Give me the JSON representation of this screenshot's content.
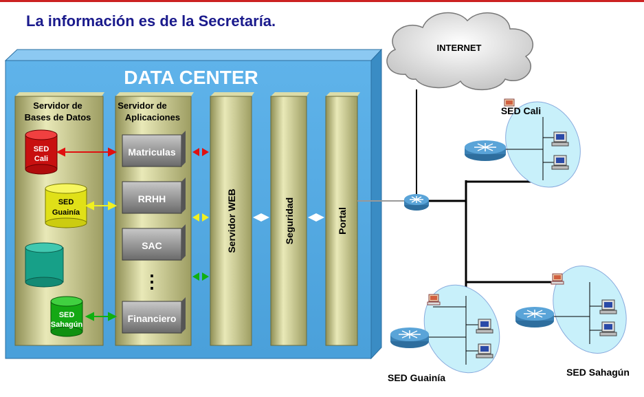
{
  "title": "La información es de la Secretaría.",
  "datacenter": {
    "label": "DATA CENTER",
    "db_server_label": [
      "Servidor de",
      "Bases de Datos"
    ],
    "app_server_label": [
      "Servidor de",
      "Aplicaciones"
    ],
    "databases": [
      {
        "lines": [
          "SED",
          "Cali"
        ],
        "color": "#d81818"
      },
      {
        "lines": [
          "SED",
          "Guainía"
        ],
        "color": "#e6e61a"
      },
      {
        "lines": [],
        "color": "#1aa38a"
      },
      {
        "lines": [
          "SED",
          "Sahagún"
        ],
        "color": "#1aaa1a"
      }
    ],
    "apps": [
      "Matriculas",
      "RRHH",
      "SAC",
      "⋮",
      "Financiero"
    ],
    "columns": [
      "Servidor WEB",
      "Seguridad",
      "Portal"
    ]
  },
  "internet": {
    "label": "INTERNET"
  },
  "sites": [
    {
      "label": "SED Cali"
    },
    {
      "label": "SED Guainía"
    },
    {
      "label": "SED Sahagún"
    }
  ],
  "colors": {
    "title": "#1a1a8c",
    "datacenter_fill": "#5fb3ea",
    "panel_fill": "#c9c98a",
    "arrow_red": "#e01010",
    "arrow_yellow": "#f0f020",
    "arrow_green": "#10b010",
    "arrow_white": "#ffffff",
    "router": "#4a8fc0",
    "site_ellipse": "#c8f0fa"
  }
}
